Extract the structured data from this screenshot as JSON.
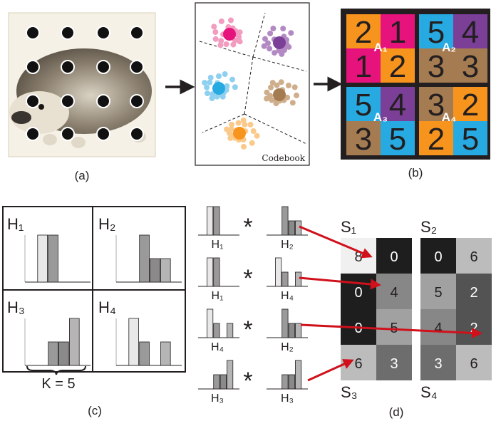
{
  "panels": {
    "a": {
      "label": "(a)"
    },
    "b": {
      "label": "(b)",
      "grid": [
        [
          {
            "v": "2",
            "c": "#f7941d"
          },
          {
            "v": "1",
            "c": "#e6137d"
          },
          {
            "v": "5",
            "c": "#27aae1"
          },
          {
            "v": "4",
            "c": "#7b3f98"
          }
        ],
        [
          {
            "v": "1",
            "c": "#e6137d"
          },
          {
            "v": "2",
            "c": "#f7941d"
          },
          {
            "v": "3",
            "c": "#a57c52"
          },
          {
            "v": "3",
            "c": "#a57c52"
          }
        ],
        [
          {
            "v": "5",
            "c": "#27aae1"
          },
          {
            "v": "4",
            "c": "#7b3f98"
          },
          {
            "v": "3",
            "c": "#a57c52"
          },
          {
            "v": "2",
            "c": "#f7941d"
          }
        ],
        [
          {
            "v": "3",
            "c": "#a57c52"
          },
          {
            "v": "5",
            "c": "#27aae1"
          },
          {
            "v": "2",
            "c": "#f7941d"
          },
          {
            "v": "5",
            "c": "#27aae1"
          }
        ]
      ],
      "blocks": [
        "A₁",
        "A₂",
        "A₃",
        "A₄"
      ]
    },
    "c": {
      "label": "(c)",
      "k_label": "K = 5",
      "histograms": [
        {
          "label": "H₁",
          "bars": [
            0,
            1,
            1,
            0,
            0
          ]
        },
        {
          "label": "H₂",
          "bars": [
            0,
            0,
            1,
            0.5,
            0.5
          ]
        },
        {
          "label": "H₃",
          "bars": [
            0,
            0,
            0.5,
            0.5,
            1
          ]
        },
        {
          "label": "H₄",
          "bars": [
            0,
            1,
            0.5,
            0,
            0.5
          ]
        }
      ]
    },
    "d": {
      "label": "(d)",
      "pairs": [
        {
          "left": "H₁",
          "right": "H₂",
          "op": "*"
        },
        {
          "left": "H₁",
          "right": "H₄",
          "op": "*"
        },
        {
          "left": "H₄",
          "right": "H₂",
          "op": "*"
        },
        {
          "left": "H₃",
          "right": "H₃",
          "op": "*"
        }
      ],
      "matrices": [
        {
          "label": "S₁",
          "cells": [
            [
              "8",
              "0"
            ],
            [
              "0",
              "4"
            ]
          ]
        },
        {
          "label": "S₂",
          "cells": [
            [
              "0",
              "6"
            ],
            [
              "5",
              "2"
            ]
          ]
        },
        {
          "label": "S₃",
          "cells": [
            [
              "0",
              "5"
            ],
            [
              "6",
              "3"
            ]
          ]
        },
        {
          "label": "S₄",
          "cells": [
            [
              "4",
              "2"
            ],
            [
              "3",
              "6"
            ]
          ]
        }
      ]
    }
  },
  "codebook": {
    "label": "Codebook"
  },
  "colors": {
    "orange": "#f7941d",
    "magenta": "#e6137d",
    "blue": "#27aae1",
    "purple": "#7b3f98",
    "brown": "#a57c52",
    "arrow": "#d0101b"
  }
}
